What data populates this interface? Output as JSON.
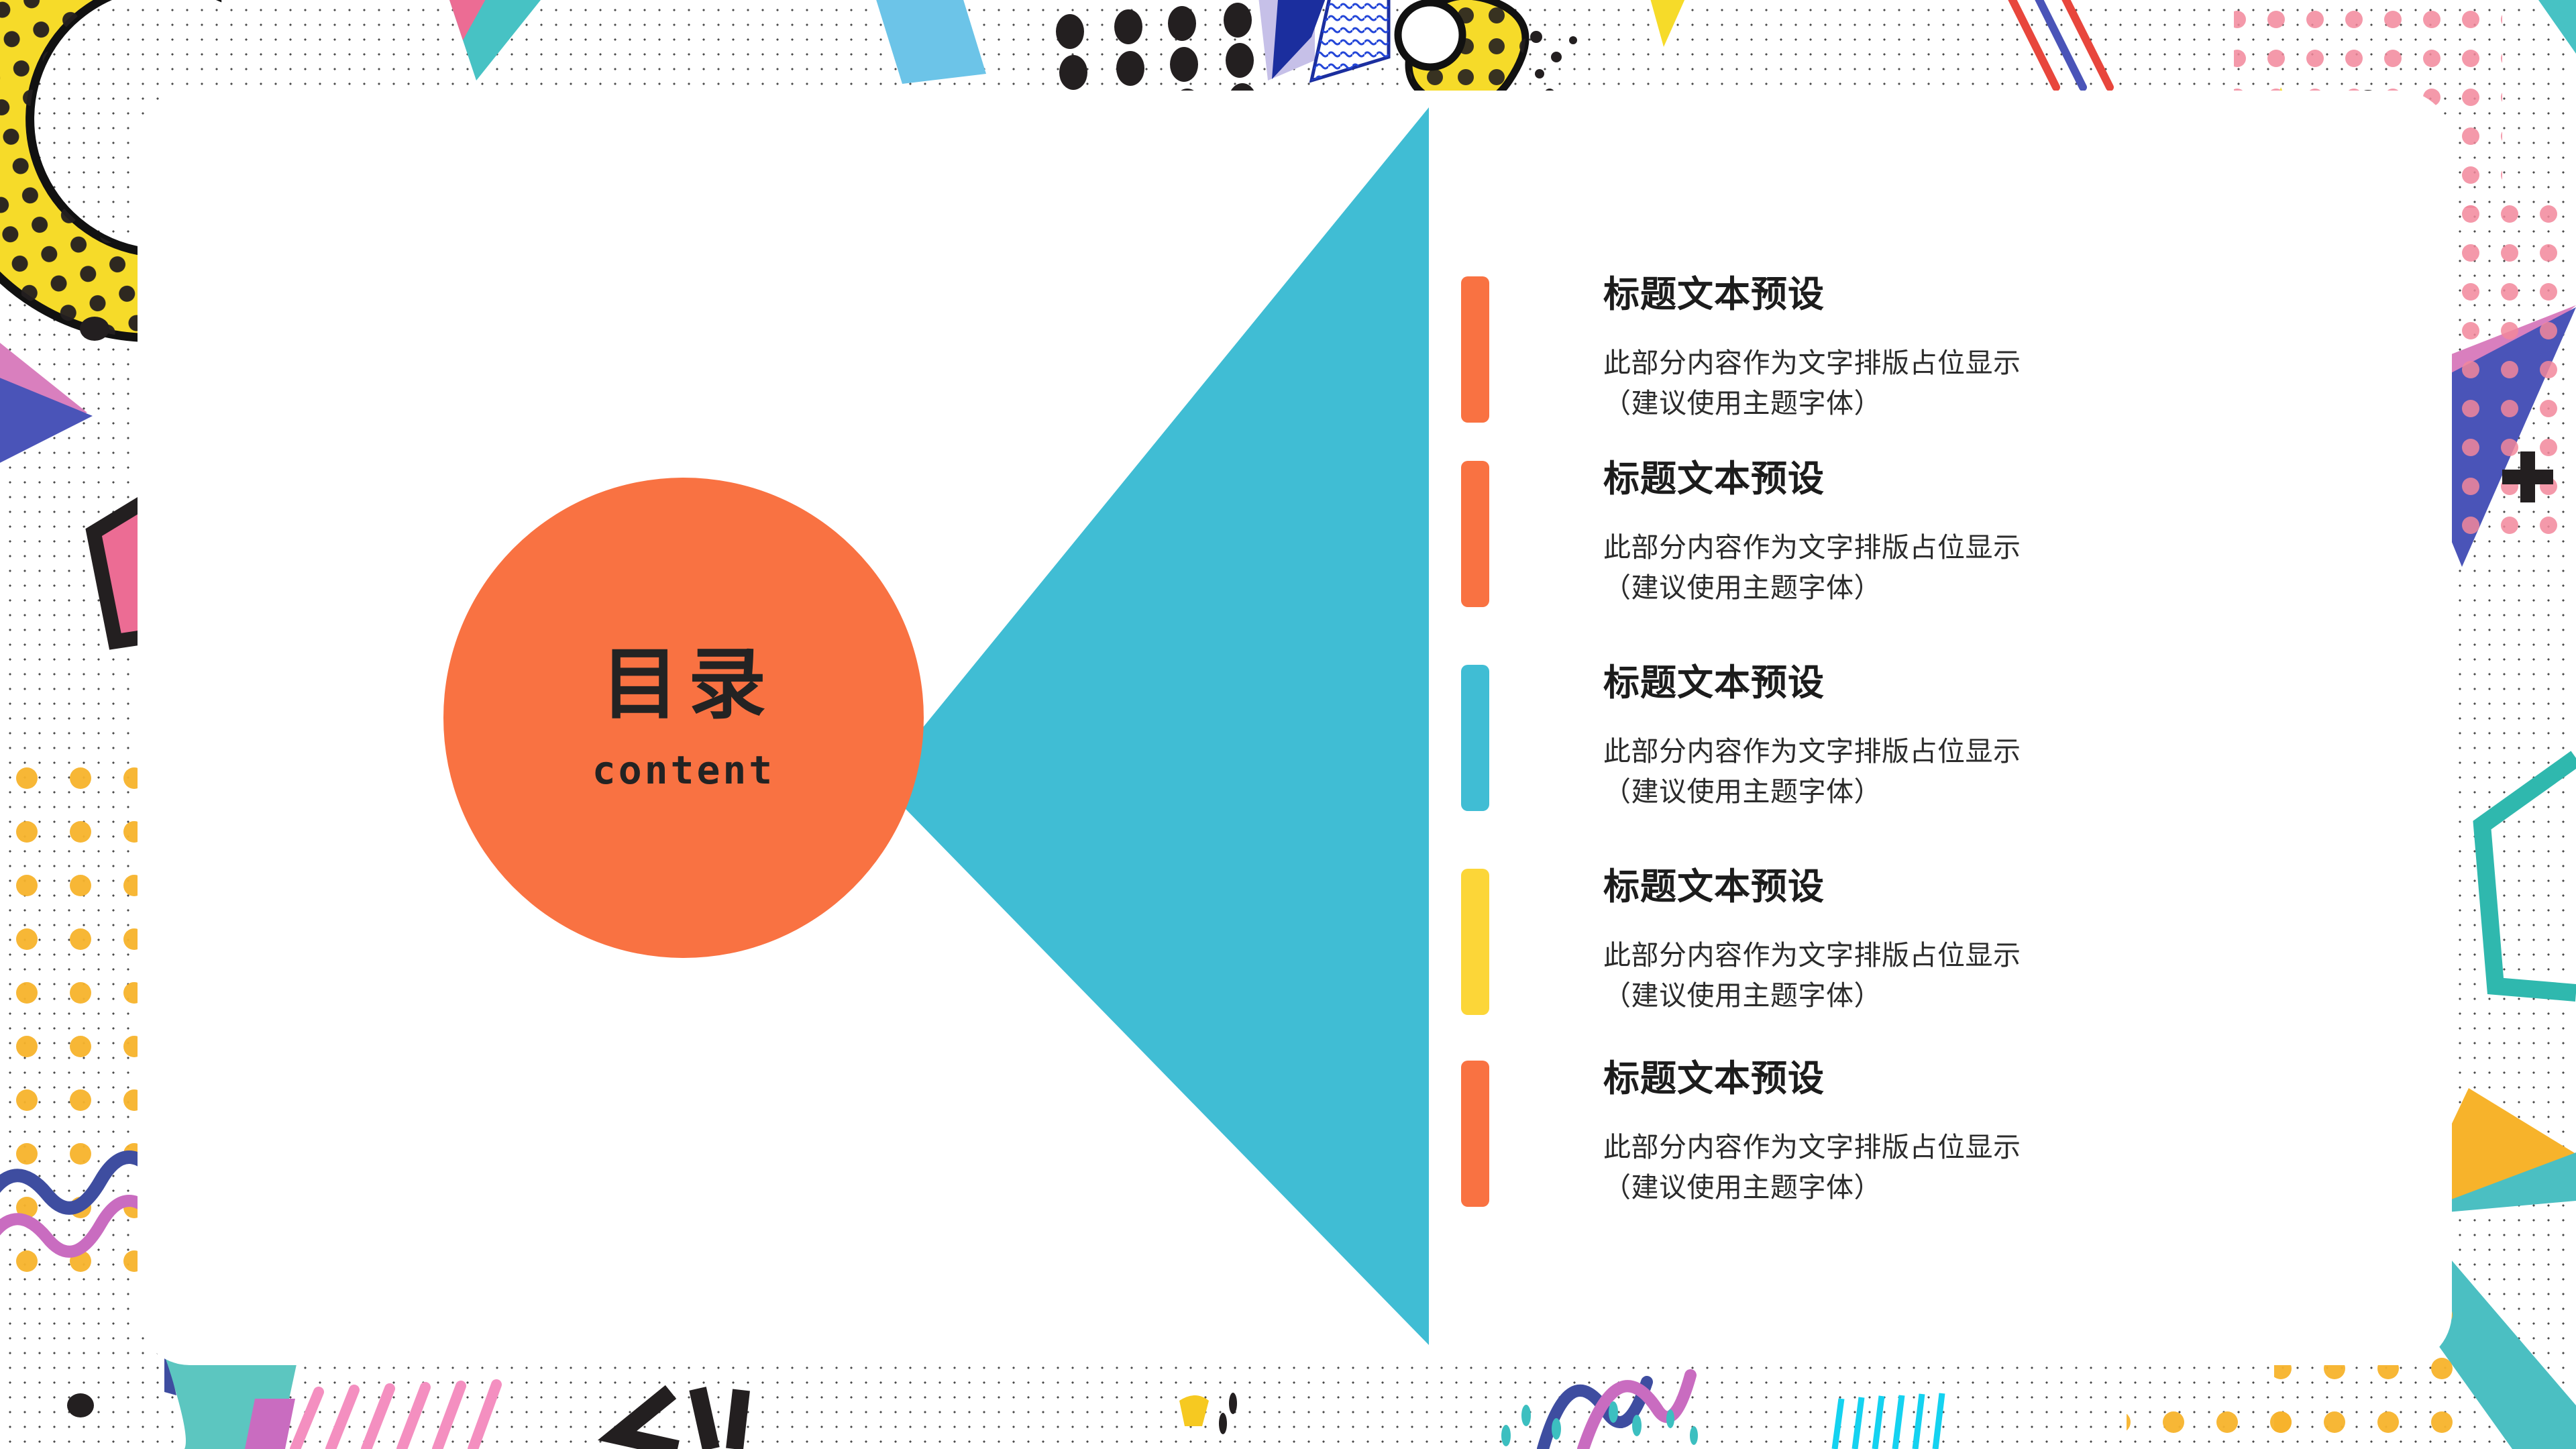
{
  "slide": {
    "center": {
      "title_cn": "目录",
      "title_en": "content",
      "circle_color": "#F97242",
      "text_color": "#232323"
    },
    "funnel": {
      "shape": "triangle",
      "color": "#40BDD4"
    },
    "items": [
      {
        "bar_color": "#F97242",
        "title": "标题文本预设",
        "body": "此部分内容作为文字排版占位显示\n（建议使用主题字体）"
      },
      {
        "bar_color": "#F97242",
        "title": "标题文本预设",
        "body": "此部分内容作为文字排版占位显示\n（建议使用主题字体）"
      },
      {
        "bar_color": "#40BDD4",
        "title": "标题文本预设",
        "body": "此部分内容作为文字排版占位显示\n（建议使用主题字体）"
      },
      {
        "bar_color": "#FCD638",
        "title": "标题文本预设",
        "body": "此部分内容作为文字排版占位显示\n（建议使用主题字体）"
      },
      {
        "bar_color": "#F97242",
        "title": "标题文本预设",
        "body": "此部分内容作为文字排版占位显示\n（建议使用主题字体）"
      }
    ],
    "palette": {
      "orange": "#F97242",
      "teal": "#40BDD4",
      "yellow": "#FCD638",
      "pink": "#EC6C94",
      "blue": "#4A54B8",
      "violet": "#C96CC0",
      "dark": "#231f20",
      "card": "#FFFFFF",
      "dot_grid": "#4a4a4a"
    }
  }
}
